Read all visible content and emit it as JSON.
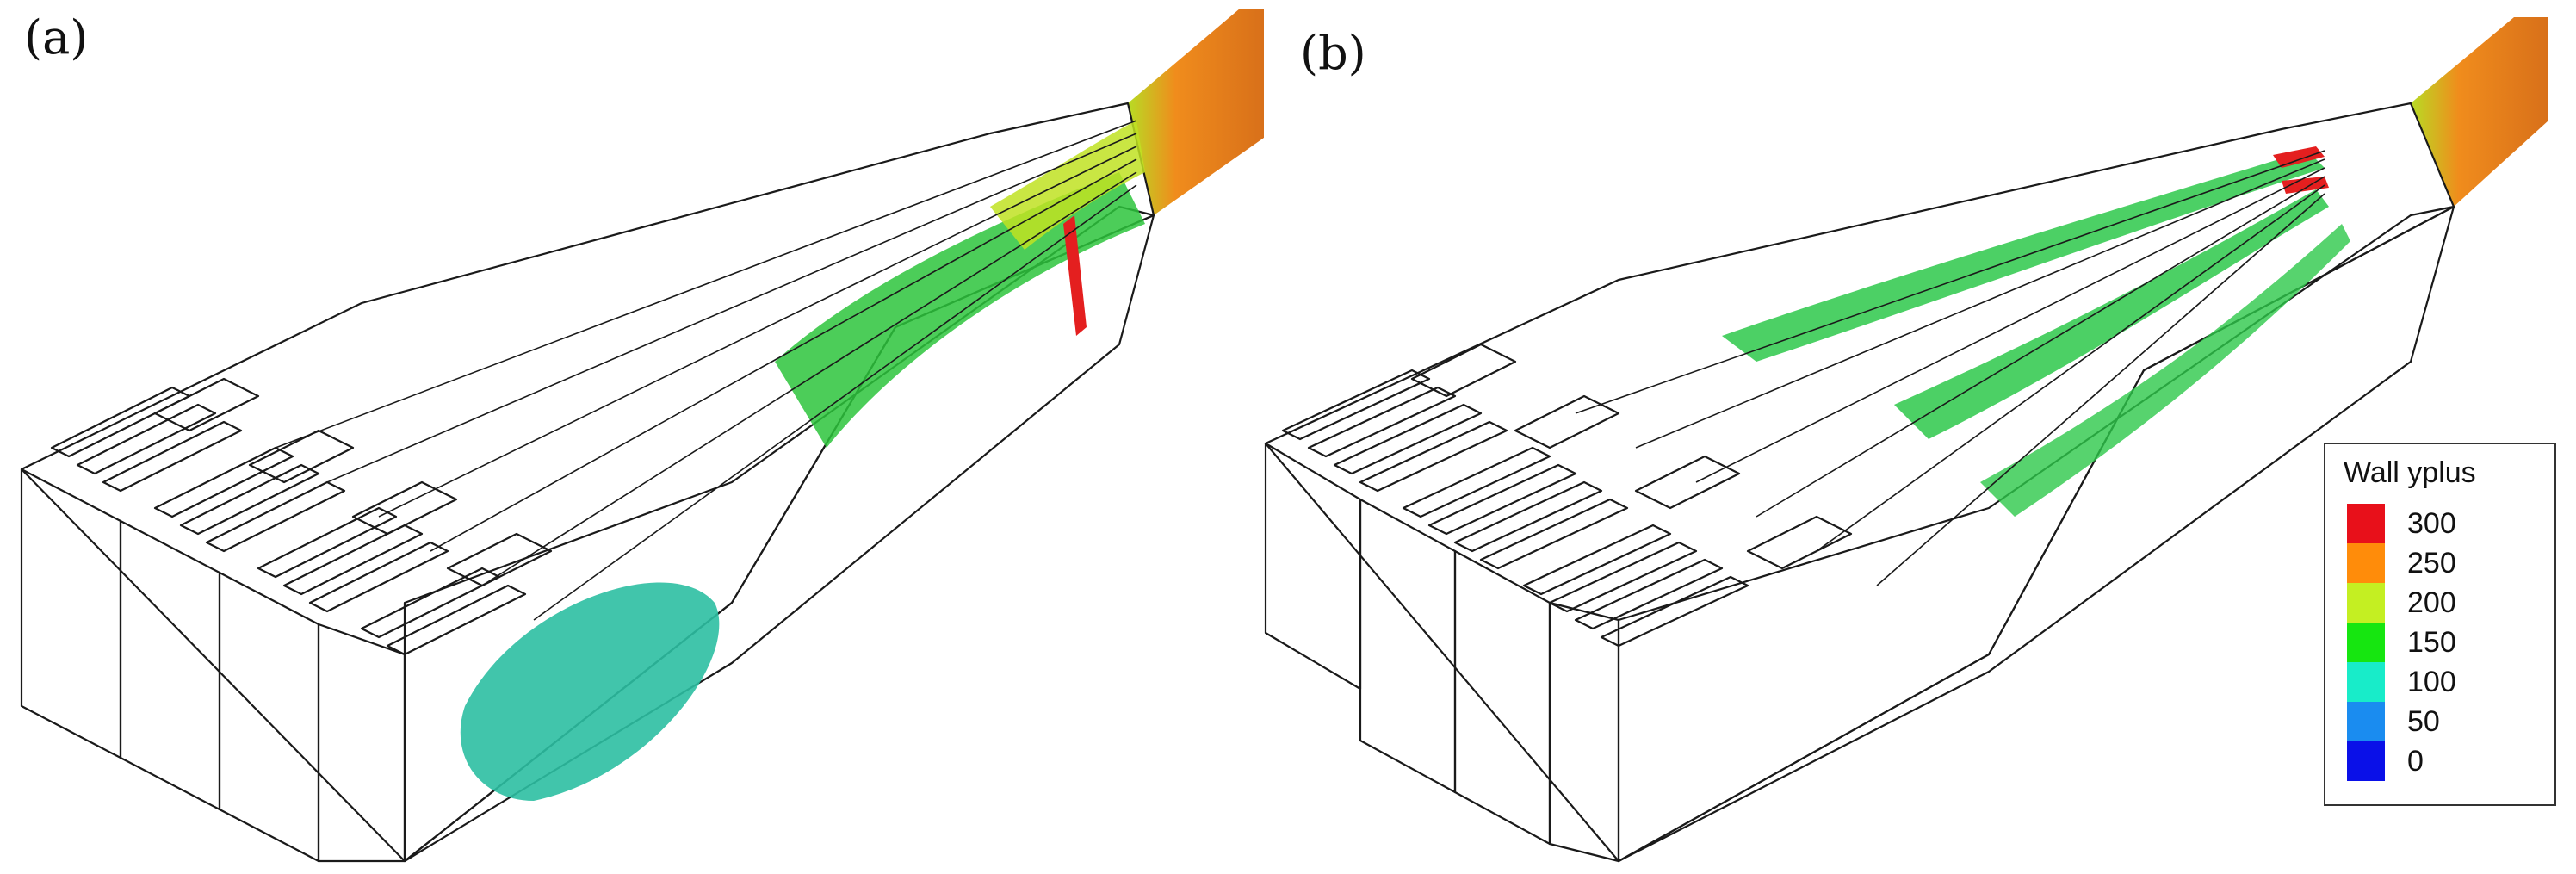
{
  "panels": [
    {
      "label": "(a)"
    },
    {
      "label": "(b)"
    }
  ],
  "legend": {
    "title": "Wall yplus",
    "levels": [
      {
        "value": "300",
        "color": "#e8101a"
      },
      {
        "value": "250",
        "color": "#ff8c0a"
      },
      {
        "value": "200",
        "color": "#c4ef22"
      },
      {
        "value": "150",
        "color": "#16e610"
      },
      {
        "value": "100",
        "color": "#18ecc9"
      },
      {
        "value": "50",
        "color": "#1a8cf0"
      },
      {
        "value": "0",
        "color": "#0a10e8"
      }
    ]
  },
  "colors": {
    "deep_blue": "#1565c0",
    "blue": "#1e7bd8",
    "teal": "#1fb8a6",
    "cyan_green": "#22c9a8",
    "green": "#2bc63a",
    "yellow_green": "#b9e021",
    "orange": "#f48a1c",
    "red": "#e41f1f"
  }
}
